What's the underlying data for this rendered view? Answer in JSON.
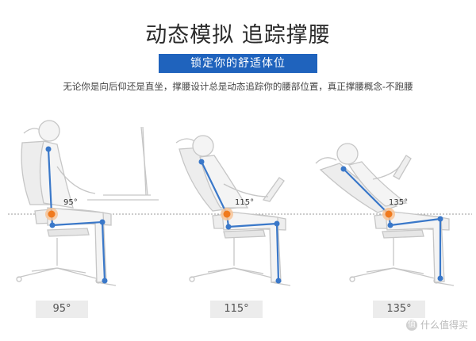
{
  "header": {
    "title": "动态模拟 追踪撑腰",
    "banner": "锁定你的舒适体位",
    "subtitle": "无论你是向后仰还是直坐，撑腰设计总是动态追踪你的腰部位置，真正撑腰概念-不跑腰"
  },
  "positions": [
    {
      "angle_label": "95°",
      "pill_label": "95°"
    },
    {
      "angle_label": "115°",
      "pill_label": "115°"
    },
    {
      "angle_label": "135°",
      "pill_label": "135°"
    }
  ],
  "colors": {
    "accent": "#1f63bd",
    "pivot": "#f07a1e",
    "line": "#3a78c9"
  },
  "watermark": {
    "icon": "值",
    "text": "什么值得买"
  }
}
